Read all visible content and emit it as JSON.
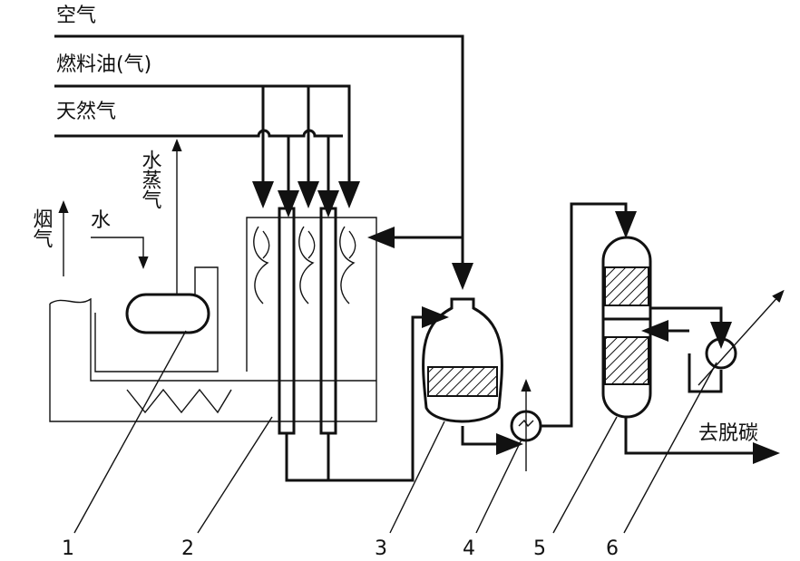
{
  "streams": {
    "air": "空气",
    "fuel_oil": "燃料油(气)",
    "natural_gas": "天然气",
    "steam": "水蒸气",
    "water": "水",
    "flue_gas": "烟气",
    "outlet": "去脱碳"
  },
  "equipment_numbers": [
    "1",
    "2",
    "3",
    "4",
    "5",
    "6"
  ],
  "colors": {
    "line": "#111111",
    "background": "#ffffff"
  }
}
